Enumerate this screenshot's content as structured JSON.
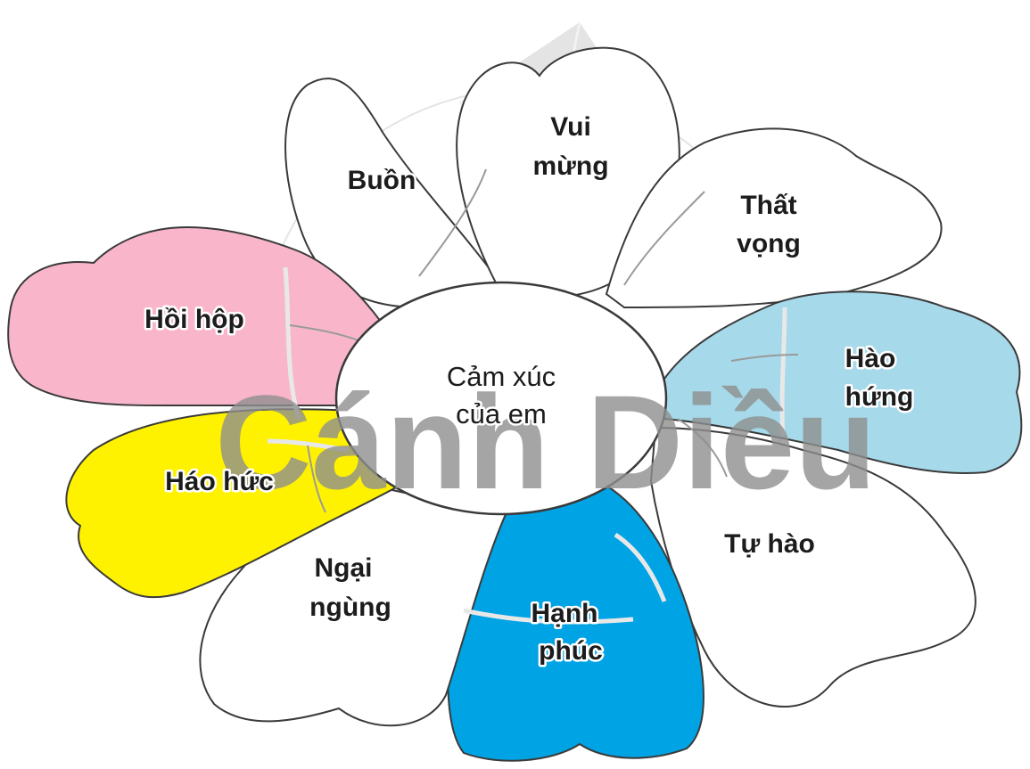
{
  "diagram": {
    "center": {
      "line1": "Cảm xúc",
      "line2": "của em"
    },
    "petals": [
      {
        "id": "buon",
        "lines": [
          "Buồn"
        ],
        "color": "#ffffff"
      },
      {
        "id": "vui-mung",
        "lines": [
          "Vui",
          "mừng"
        ],
        "color": "#ffffff"
      },
      {
        "id": "that-vong",
        "lines": [
          "Thất",
          "vọng"
        ],
        "color": "#ffffff"
      },
      {
        "id": "hao-hung",
        "lines": [
          "Hào",
          "hứng"
        ],
        "color": "#a6d9ea"
      },
      {
        "id": "tu-hao",
        "lines": [
          "Tự hào"
        ],
        "color": "#ffffff"
      },
      {
        "id": "hanh-phuc",
        "lines": [
          "Hạnh",
          "phúc"
        ],
        "color": "#00a3e4"
      },
      {
        "id": "ngai-ngung",
        "lines": [
          "Ngại",
          "ngùng"
        ],
        "color": "#ffffff"
      },
      {
        "id": "hao-huc",
        "lines": [
          "Háo hức"
        ],
        "color": "#fff200"
      },
      {
        "id": "hoi-hop",
        "lines": [
          "Hồi hộp"
        ],
        "color": "#f9b6cb"
      }
    ]
  },
  "watermark": {
    "text": "Cánh Diều",
    "color": "#8f8f8f"
  }
}
